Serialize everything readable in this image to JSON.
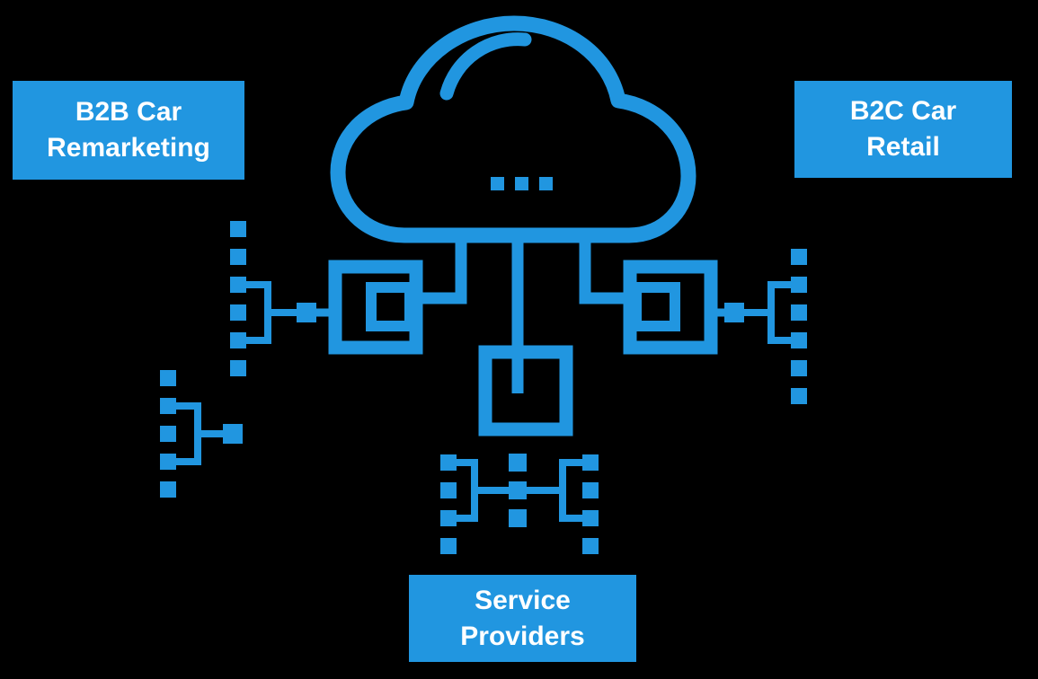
{
  "page": {
    "background": "#000000",
    "accent": "#2196E0",
    "text_color": "#FFFFFF"
  },
  "labels": {
    "b2b": {
      "lines": [
        "B2B Car",
        "Remarketing"
      ]
    },
    "b2c": {
      "lines": [
        "B2C Car",
        "Retail"
      ]
    },
    "service": {
      "lines": [
        "Service",
        "Providers"
      ]
    }
  },
  "diagram": {
    "icons": {
      "cloud": "cloud-icon",
      "cloud_dots": "ellipsis-dots-icon",
      "center_box": "box-terminal-icon",
      "left_node": "nested-squares-icon",
      "right_node": "nested-squares-icon",
      "upper_left_tree": "hierarchy-tree-icon",
      "lower_left_tree": "hierarchy-tree-icon",
      "right_tree": "hierarchy-tree-icon",
      "bottom_left_tree": "hierarchy-tree-icon",
      "bottom_right_tree": "hierarchy-tree-icon",
      "bottom_middle_stack": "square-stack-icon"
    }
  }
}
